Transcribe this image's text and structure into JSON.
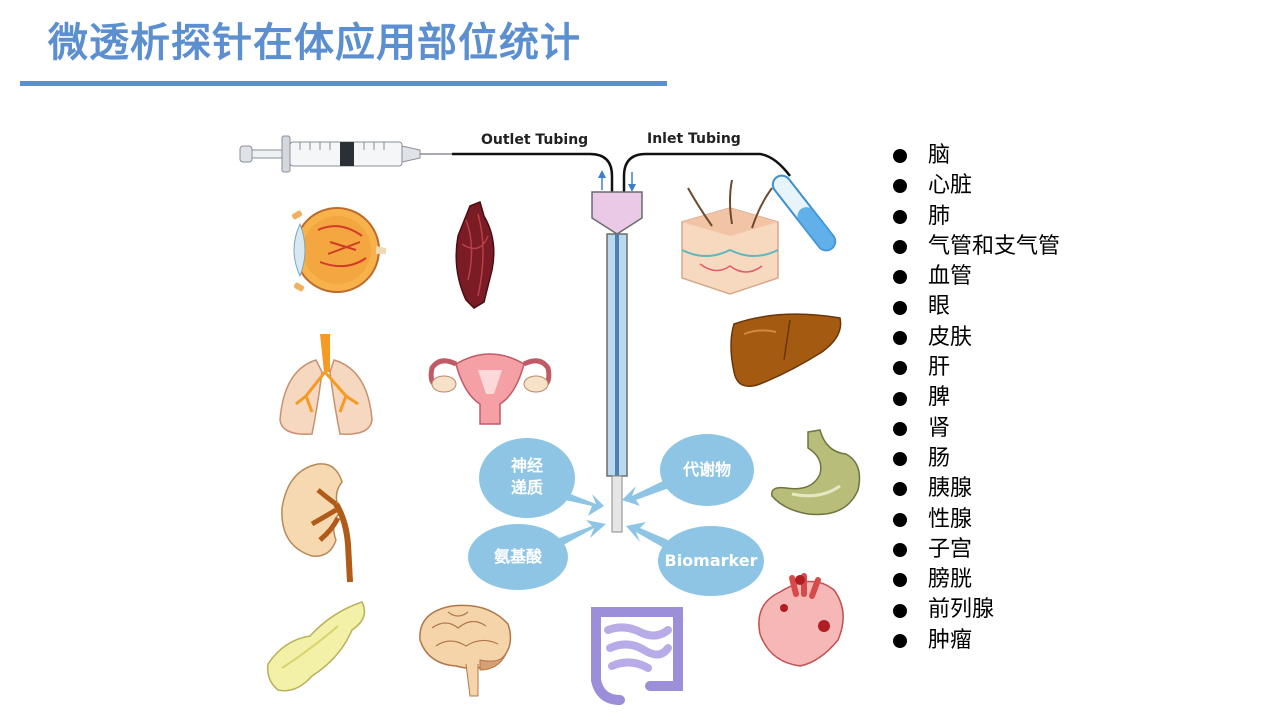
{
  "slide": {
    "title": "微透析探针在体应用部位统计",
    "accent_color": "#5b8fcf"
  },
  "probe": {
    "outlet_label": "Outlet Tubing",
    "inlet_label": "Inlet Tubing"
  },
  "analytes": [
    {
      "label_line1": "神经",
      "label_line2": "递质"
    },
    {
      "label_line1": "代谢物",
      "label_line2": ""
    },
    {
      "label_line1": "氨基酸",
      "label_line2": ""
    },
    {
      "label_line1": "Biomarker",
      "label_line2": ""
    }
  ],
  "illustrations": [
    "syringe-icon",
    "eye-icon",
    "muscle-icon",
    "skin-icon",
    "vial-icon",
    "lung-icon",
    "uterus-icon",
    "liver-icon",
    "stomach-icon",
    "kidney-icon",
    "pancreas-icon",
    "brain-icon",
    "intestine-icon",
    "heart-icon"
  ],
  "sites": [
    "脑",
    "心脏",
    "肺",
    "气管和支气管",
    "血管",
    "眼",
    "皮肤",
    "肝",
    "脾",
    "肾",
    "肠",
    "胰腺",
    "性腺",
    "子宫",
    "膀胱",
    "前列腺",
    "肿瘤"
  ]
}
